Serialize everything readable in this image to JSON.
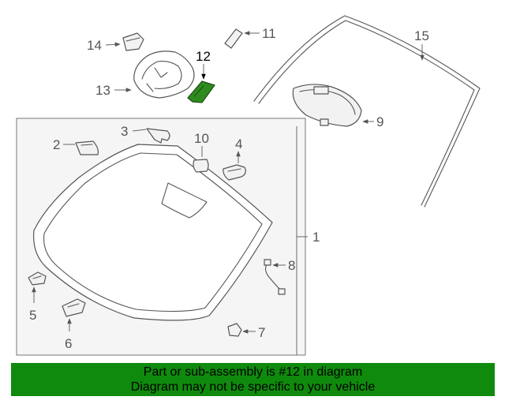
{
  "diagram": {
    "highlighted_part": "12",
    "callouts": [
      "1",
      "2",
      "3",
      "4",
      "5",
      "6",
      "7",
      "8",
      "9",
      "10",
      "11",
      "12",
      "13",
      "14",
      "15"
    ],
    "colors": {
      "highlight": "#2e8b1e",
      "banner": "#108a0d",
      "line": "#555555"
    }
  },
  "banner": {
    "line1": "Part or sub-assembly is #12 in diagram",
    "line2": "Diagram may not be specific to your vehicle"
  }
}
